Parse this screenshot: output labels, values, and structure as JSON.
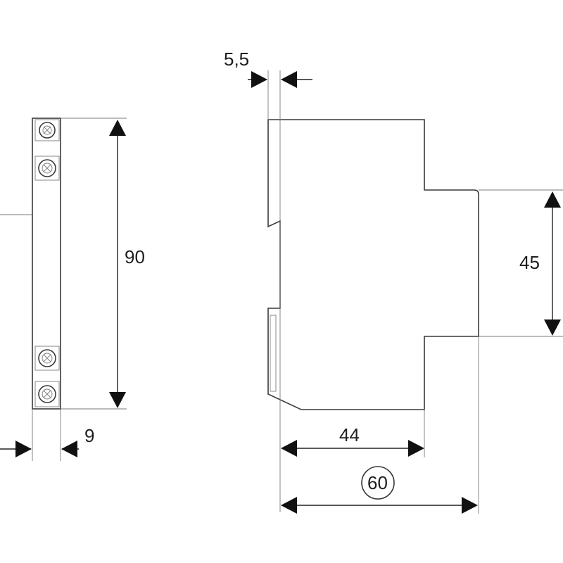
{
  "dimensions": {
    "dim_5_5": "5,5",
    "dim_90": "90",
    "dim_45": "45",
    "dim_9": "9",
    "dim_44": "44",
    "dim_60": "60"
  },
  "colors": {
    "line": "#3a3a3a",
    "arrow": "#111111",
    "text": "#1e1e1e",
    "background": "#ffffff"
  }
}
